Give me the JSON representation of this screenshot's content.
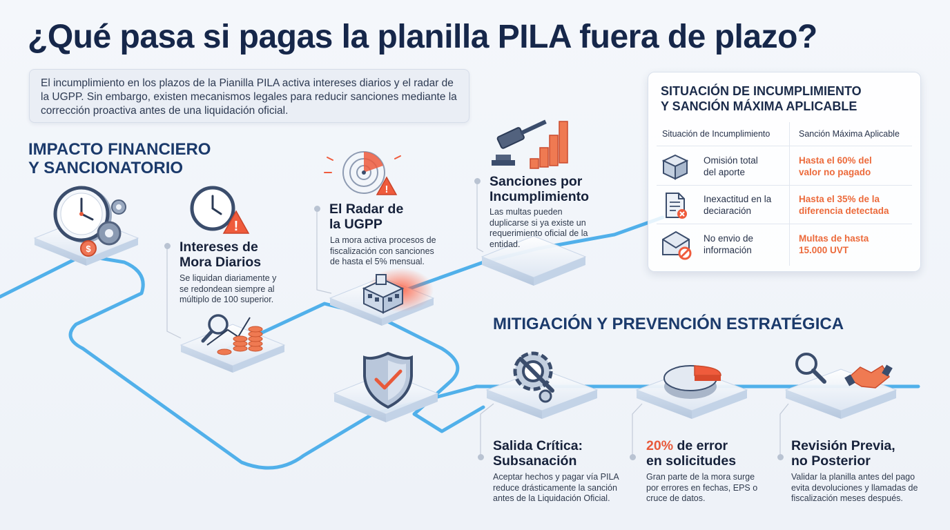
{
  "title": "¿Qué pasa si pagas la planilla PILA fuera de plazo?",
  "intro": "El incumplimiento en los plazos de la Pianilla PILA activa intereses diarios y el radar de la UGPP. Sin embargo, existen mecanismos legales para reducir sanciones mediante la corrección proactiva antes de una liquidación oficial.",
  "impact": {
    "title_line1": "IMPACTO FINANCIERO",
    "title_line2": "Y SANCIONATORIO",
    "cards": [
      {
        "title_line1": "Intereses de",
        "title_line2": "Mora Diarios",
        "desc": "Se liquidan diariamente y se redondean siempre al múltiplo de 100 superior."
      },
      {
        "title_line1": "El Radar de",
        "title_line2": "la UGPP",
        "desc": "La mora activa procesos de fiscalización con sanciones de hasta el 5% mensual."
      },
      {
        "title_line1": "Sanciones por",
        "title_line2": "Incumplimiento",
        "desc": "Las multas pueden duplicarse si ya existe un requerimiento oficial de la entidad."
      }
    ]
  },
  "table": {
    "title_line1": "SITUACIÓN DE INCUMPLIMIENTO",
    "title_line2": "Y SANCIÓN MÁXIMA APLICABLE",
    "col1": "Situación de Incumplimiento",
    "col2": "Sanción Máxima Aplicable",
    "rows": [
      {
        "situacion_line1": "Omisión total",
        "situacion_line2": "del aporte",
        "sancion_line1": "Hasta el 60% del",
        "sancion_line2": "valor no pagado",
        "icon": "cube-icon"
      },
      {
        "situacion_line1": "Inexactitud en la",
        "situacion_line2": "deciaración",
        "sancion_line1": "Hasta el 35% de la",
        "sancion_line2": "diferencia detectada",
        "icon": "document-error-icon"
      },
      {
        "situacion_line1": "No envio de",
        "situacion_line2": "información",
        "sancion_line1": "Multas de hasta",
        "sancion_line2": "15.000 UVT",
        "icon": "envelope-blocked-icon"
      }
    ]
  },
  "mitigation": {
    "title": "MITIGACIÓN Y PREVENCIÓN ESTRATÉGICA",
    "cards": [
      {
        "title_line1": "Salida Crítica:",
        "title_line2": "Subsanación",
        "desc": "Aceptar hechos y pagar vía PILA reduce drásticamente la sanción antes de la Liquidación Oficial."
      },
      {
        "title_highlight": "20%",
        "title_rest": " de error",
        "title_line2": "en solicitudes",
        "desc": "Gran parte de la mora surge por errores en fechas, EPS o cruce de datos."
      },
      {
        "title_line1": "Revisión Previa,",
        "title_line2": "no Posterior",
        "desc": "Validar la planilla antes del pago evita devoluciones y llamadas de fiscalización meses después."
      }
    ]
  },
  "colors": {
    "accent": "#e8593a",
    "path": "#3fa9e8",
    "navy": "#1b3a6b"
  }
}
